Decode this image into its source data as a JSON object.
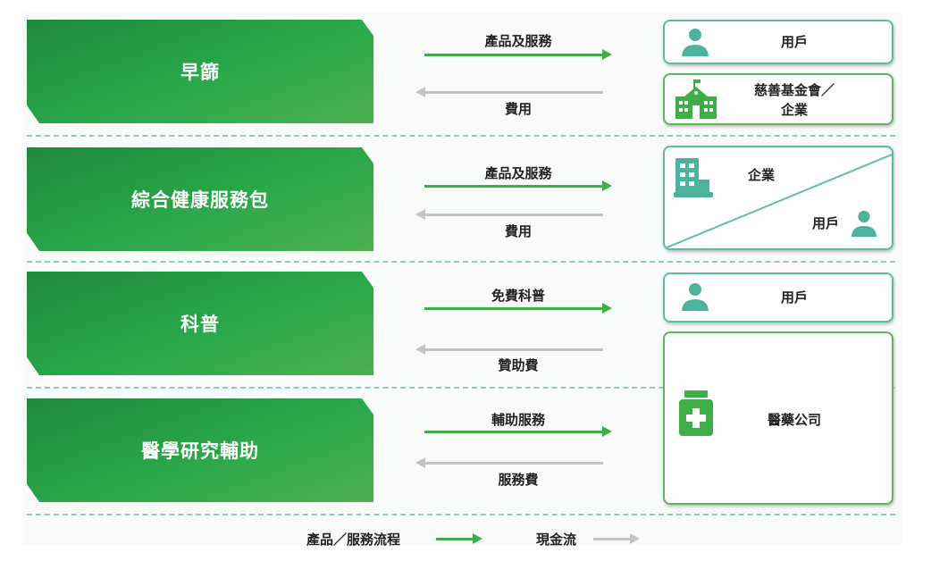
{
  "segments": [
    {
      "name": "早篩",
      "out_label": "產品及服務",
      "in_label": "費用"
    },
    {
      "name": "綜合健康服務包",
      "out_label": "產品及服務",
      "in_label": "費用"
    },
    {
      "name": "科普",
      "out_label": "免費科普",
      "in_label": "贊助費"
    },
    {
      "name": "醫學研究輔助",
      "out_label": "輔助服務",
      "in_label": "服務費"
    }
  ],
  "customers": {
    "user": "用戶",
    "charity_line1": "慈善基金會／",
    "charity_line2": "企業",
    "enterprise": "企業",
    "user2": "用戶",
    "user3": "用戶",
    "pharma": "醫藥公司"
  },
  "legend": {
    "flow": "產品／服務流程",
    "cash": "現金流"
  },
  "colors": {
    "green": "#3fae49",
    "teal": "#5cbcaa",
    "gray": "#c4c4c4"
  }
}
